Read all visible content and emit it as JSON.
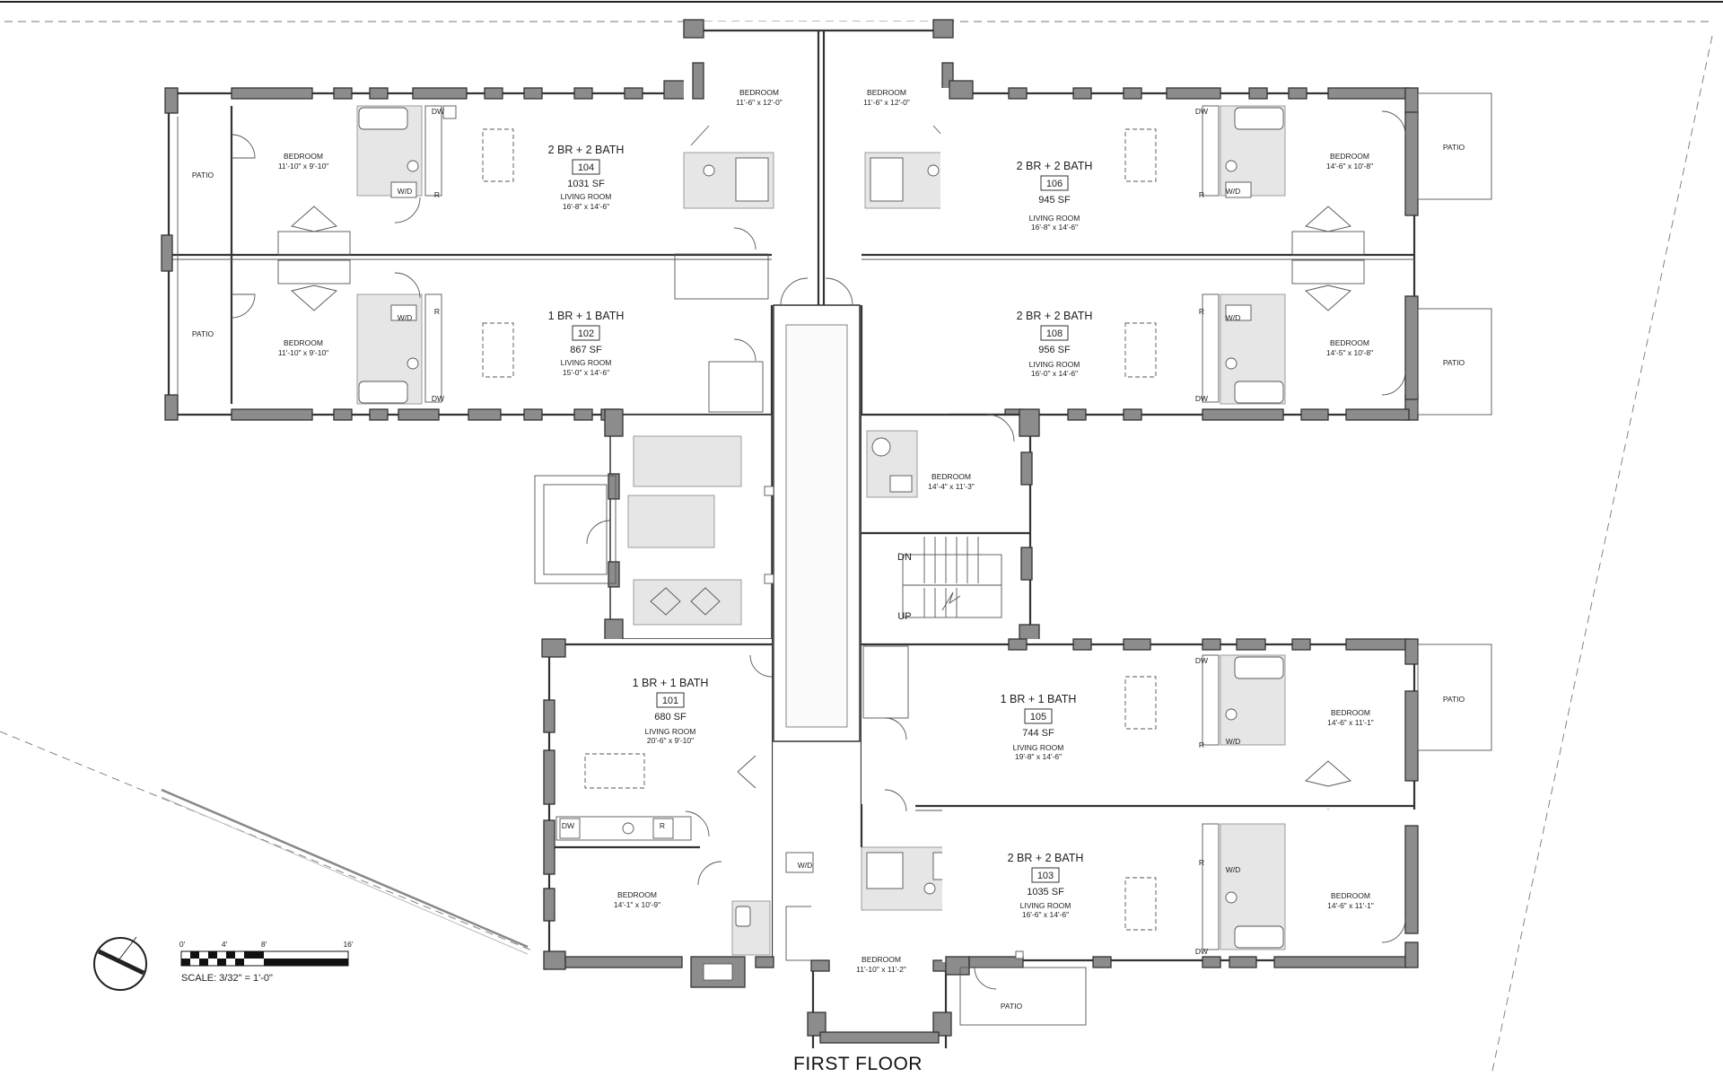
{
  "drawing": {
    "title": "FIRST FLOOR",
    "scale_text": "SCALE:  3/32\" = 1'-0\"",
    "scale_ticks": [
      "0'",
      "4'",
      "8'",
      "16'"
    ],
    "north_arrow_icon": "north-arrow-icon"
  },
  "units": {
    "u104": {
      "type": "2 BR + 2 BATH",
      "number": "104",
      "area": "1031 SF",
      "room_label": "LIVING ROOM",
      "room_dims": "16'-8\" x 14'-6\""
    },
    "u106": {
      "type": "2 BR + 2 BATH",
      "number": "106",
      "area": "945 SF",
      "room_label": "LIVING ROOM",
      "room_dims": "16'-8\" x 14'-6\""
    },
    "u102": {
      "type": "1 BR + 1 BATH",
      "number": "102",
      "area": "867 SF",
      "room_label": "LIVING ROOM",
      "room_dims": "15'-0\" x 14'-6\""
    },
    "u108": {
      "type": "2 BR + 2 BATH",
      "number": "108",
      "area": "956 SF",
      "room_label": "LIVING ROOM",
      "room_dims": "16'-0\" x 14'-6\""
    },
    "u101": {
      "type": "1 BR + 1 BATH",
      "number": "101",
      "area": "680 SF",
      "room_label": "LIVING ROOM",
      "room_dims": "20'-6\" x 9'-10\""
    },
    "u105": {
      "type": "1 BR + 1 BATH",
      "number": "105",
      "area": "744 SF",
      "room_label": "LIVING ROOM",
      "room_dims": "19'-8\" x 14'-6\""
    },
    "u103": {
      "type": "2 BR + 2 BATH",
      "number": "103",
      "area": "1035 SF",
      "room_label": "LIVING ROOM",
      "room_dims": "16'-6\" x 14'-6\""
    }
  },
  "bedrooms": {
    "b104": {
      "label": "BEDROOM",
      "dims": "11'-10\" x 9'-10\""
    },
    "b102": {
      "label": "BEDROOM",
      "dims": "11'-10\" x 9'-10\""
    },
    "b_top_left": {
      "label": "BEDROOM",
      "dims": "11'-6\" x 12'-0\""
    },
    "b_top_right": {
      "label": "BEDROOM",
      "dims": "11'-6\" x 12'-0\""
    },
    "b106": {
      "label": "BEDROOM",
      "dims": "14'-6\" x 10'-8\""
    },
    "b108": {
      "label": "BEDROOM",
      "dims": "14'-5\" x 10'-8\""
    },
    "b_mid": {
      "label": "BEDROOM",
      "dims": "14'-4\" x 11'-3\""
    },
    "b101": {
      "label": "BEDROOM",
      "dims": "14'-1\" x 10'-9\""
    },
    "b_bottom": {
      "label": "BEDROOM",
      "dims": "11'-10\" x 11'-2\""
    },
    "b105": {
      "label": "BEDROOM",
      "dims": "14'-6\" x 11'-1\""
    },
    "b103": {
      "label": "BEDROOM",
      "dims": "14'-6\" x 11'-1\""
    }
  },
  "labels": {
    "patio": "PATIO",
    "dw": "DW",
    "wd": "W/D",
    "r": "R",
    "stair_dn": "DN",
    "stair_up": "UP"
  }
}
